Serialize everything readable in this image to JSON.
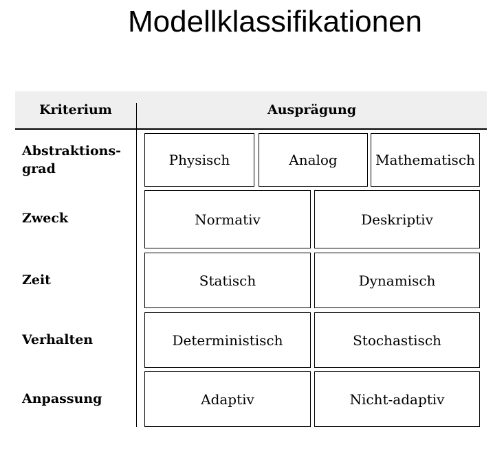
{
  "title": "Modellklassifikationen",
  "header": {
    "left": "Kriterium",
    "right": "Ausprägung"
  },
  "rows": [
    {
      "criterion": "Abstraktions-\ngrad",
      "values": [
        "Physisch",
        "Analog",
        "Mathematisch"
      ]
    },
    {
      "criterion": "Zweck",
      "values": [
        "Normativ",
        "Deskriptiv"
      ]
    },
    {
      "criterion": "Zeit",
      "values": [
        "Statisch",
        "Dynamisch"
      ]
    },
    {
      "criterion": "Verhalten",
      "values": [
        "Deterministisch",
        "Stochastisch"
      ]
    },
    {
      "criterion": "Anpassung",
      "values": [
        "Adaptiv",
        "Nicht-adaptiv"
      ]
    }
  ]
}
